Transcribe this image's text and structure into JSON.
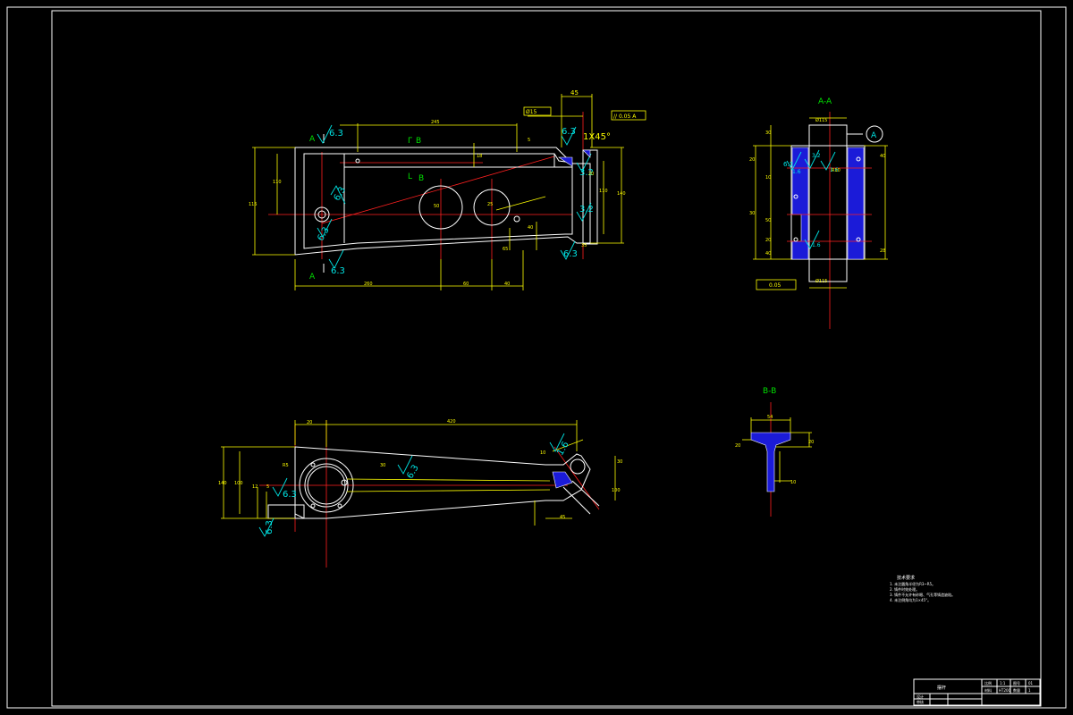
{
  "colors": {
    "background": "#000000",
    "outline": "#ffffff",
    "dimension": "#ffff00",
    "centerline": "#ff2020",
    "roughness": "#00e5e5",
    "section_fill": "#1b1bd8",
    "section_marker": "#00e000"
  },
  "front_view": {
    "section_a_top": "A",
    "section_a_bottom": "A",
    "section_b_top": "B",
    "section_b_bottom": "B",
    "roughness": [
      "6.3",
      "6.3",
      "6.3",
      "6.3",
      "6.3",
      "3.2",
      "3.2",
      "6.3"
    ],
    "chamfer": "1X45°",
    "dim_top_45": "45",
    "dim_top_245": "245",
    "dim_tolerance_label": "Ø15",
    "parallelism": "// 0.05 A",
    "dims_small": [
      "18",
      "5",
      "20",
      "110",
      "115",
      "140",
      "110",
      "50",
      "25",
      "40",
      "65",
      "35",
      "260",
      "60",
      "40"
    ]
  },
  "section_aa": {
    "title": "A-A",
    "datum": "A",
    "roughness": [
      "6.3",
      "3.2",
      "1.6",
      "1.6",
      "1.6"
    ],
    "dim_top": "Ø115",
    "dim_bottom": "Ø115",
    "flatness": "0.05",
    "dims_small": [
      "20",
      "30",
      "10",
      "50",
      "40",
      "28",
      "R10",
      "20",
      "40",
      "30"
    ]
  },
  "bottom_view": {
    "dim_top_20": "20",
    "dim_top_420": "420",
    "roughness": [
      "6.3",
      "6.3",
      "6.3",
      "1.6"
    ],
    "dims_small": [
      "140",
      "100",
      "R5",
      "12",
      "5",
      "30",
      "10",
      "30",
      "45",
      "100"
    ]
  },
  "section_bb": {
    "title": "B-B",
    "dims_small": [
      "54",
      "20",
      "20",
      "10"
    ]
  },
  "tech_notes": {
    "heading": "技术要求",
    "lines": [
      "1. 未注圆角半径为R3~R5。",
      "2. 铸件时效处理。",
      "3. 铸件不允许有砂眼、气孔等铸造缺陷。",
      "4. 未注倒角均为1×45°。"
    ]
  },
  "title_block": {
    "part_name": "摆杆",
    "row1": [
      "比例",
      "1:1",
      "图号",
      "01"
    ],
    "row2": [
      "材料",
      "HT200",
      "数量",
      "1"
    ],
    "designer": "设计",
    "checker": "审核"
  }
}
